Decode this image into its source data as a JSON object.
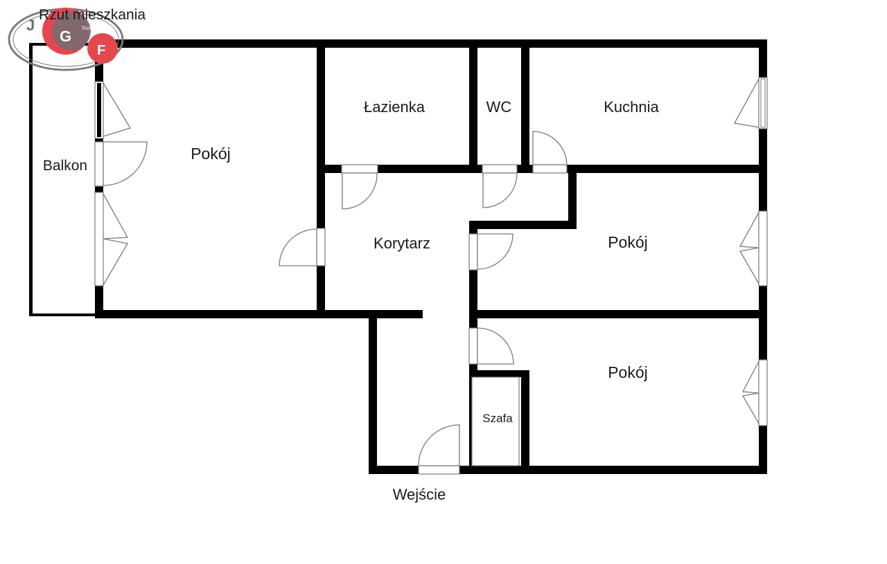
{
  "header": {
    "title": "Rzut mieszkania"
  },
  "logo": {
    "letters": [
      "J",
      "G",
      "F"
    ],
    "tagline": "Nieruchomości",
    "colors": {
      "red": "#e5474d",
      "gray": "#6f6f73",
      "ring": "#7d7d80"
    }
  },
  "rooms": {
    "balcony": "Balkon",
    "living_room": "Pokój",
    "bathroom": "Łazienka",
    "wc": "WC",
    "kitchen": "Kuchnia",
    "corridor": "Korytarz",
    "room_middle": "Pokój",
    "room_bottom": "Pokój",
    "wardrobe": "Szafa"
  },
  "entrance": "Wejście",
  "colors": {
    "wall": "#000000",
    "background": "#ffffff",
    "fixture_stroke": "#7a7a7a"
  }
}
